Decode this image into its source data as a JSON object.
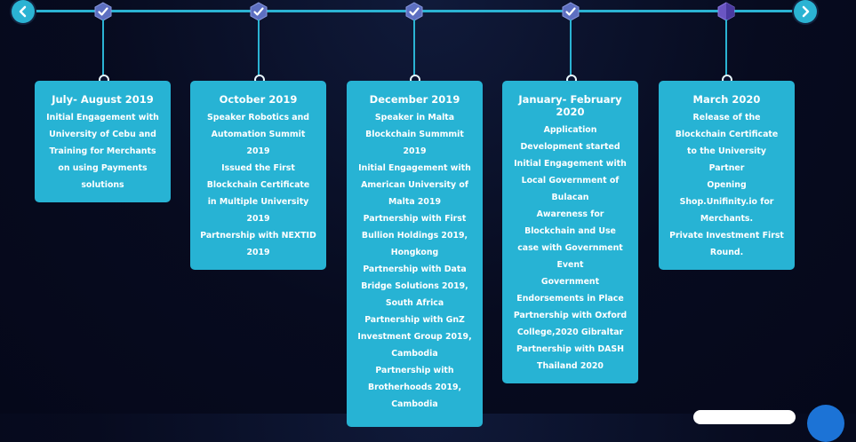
{
  "colors": {
    "accent": "#2bb3d3",
    "card": "#27b3d4",
    "marker_done": "#5d6fc1",
    "marker_current": "#6a56c2"
  },
  "nav": {
    "prev_icon": "chevron-left-icon",
    "next_icon": "chevron-right-icon"
  },
  "milestones": [
    {
      "title": "July- August 2019",
      "lines": [
        "Initial Engagement with",
        "University of Cebu and",
        "Training for Merchants",
        "on using Payments",
        "solutions"
      ]
    },
    {
      "title": "October 2019",
      "lines": [
        "Speaker Robotics and",
        "Automation Summit",
        "2019",
        "Issued the First",
        "Blockchain Certificate",
        "in Multiple University",
        "2019",
        "Partnership with NEXTID",
        "2019"
      ]
    },
    {
      "title": "December 2019",
      "lines": [
        "Speaker in Malta",
        "Blockchain Summmit",
        "2019",
        "Initial Engagement with",
        "American University of",
        "Malta 2019",
        "Partnership with First",
        "Bullion Holdings 2019,",
        "Hongkong",
        "Partnership with Data",
        "Bridge Solutions 2019,",
        "South Africa",
        "Partnership with GnZ",
        "Investment Group 2019,",
        "Cambodia",
        "Partnership with",
        "Brotherhoods 2019,",
        "Cambodia"
      ]
    },
    {
      "title": "January- February 2020",
      "lines": [
        "Application",
        "Development started",
        "Initial Engagement with",
        "Local Government of",
        "Bulacan",
        "Awareness for",
        "Blockchain and Use",
        "case with Government",
        "Event",
        "Government",
        "Endorsements in Place",
        "Partnership with Oxford",
        "College,2020 Gibraltar",
        "Partnership with DASH",
        "Thailand 2020"
      ]
    },
    {
      "title": "March 2020",
      "lines": [
        "Release of the",
        "Blockchain Certificate",
        "to the University",
        "Partner",
        "Opening",
        "Shop.Unifinity.io for",
        "Merchants.",
        "Private Investment First",
        "Round."
      ]
    }
  ]
}
